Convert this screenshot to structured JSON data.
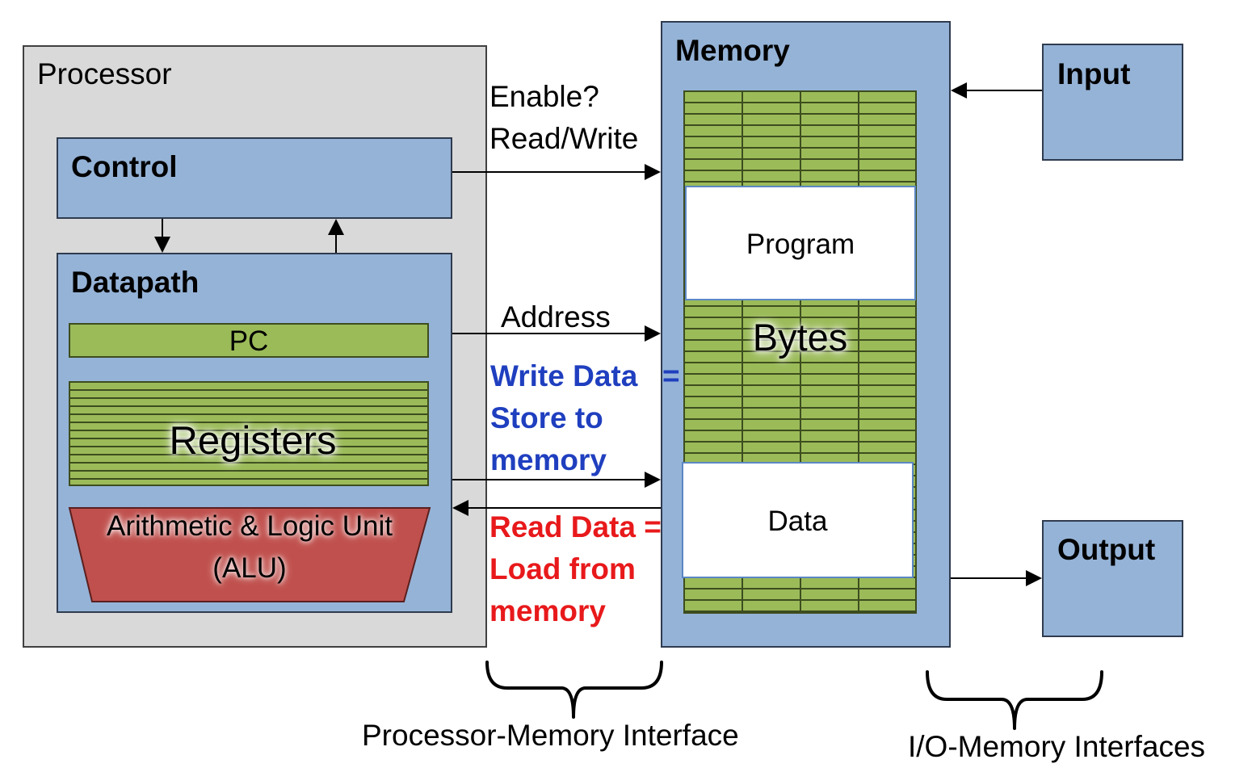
{
  "processor": {
    "title": "Processor",
    "control": "Control",
    "datapath": "Datapath",
    "pc": "PC",
    "registers": "Registers",
    "alu_line1": "Arithmetic & Logic Unit",
    "alu_line2": "(ALU)"
  },
  "memory": {
    "title": "Memory",
    "program": "Program",
    "bytes": "Bytes",
    "data": "Data"
  },
  "io": {
    "input": "Input",
    "output": "Output"
  },
  "signals": {
    "enable": "Enable?",
    "read_write": "Read/Write",
    "address": "Address",
    "write_data_1": "Write Data",
    "write_data_eq": "=",
    "write_data_2": "Store to",
    "write_data_3": "memory",
    "read_data_1": "Read Data =",
    "read_data_2": "Load from",
    "read_data_3": "memory"
  },
  "interfaces": {
    "processor_memory": "Processor-Memory Interface",
    "io_memory": "I/O-Memory Interfaces"
  },
  "colors": {
    "blue_box": "#95b3d7",
    "green": "#9bbb59",
    "alu_red": "#c0504d",
    "processor_gray": "#d9d9d9",
    "write_blue": "#1f3fbf",
    "read_red": "#e8191b"
  }
}
